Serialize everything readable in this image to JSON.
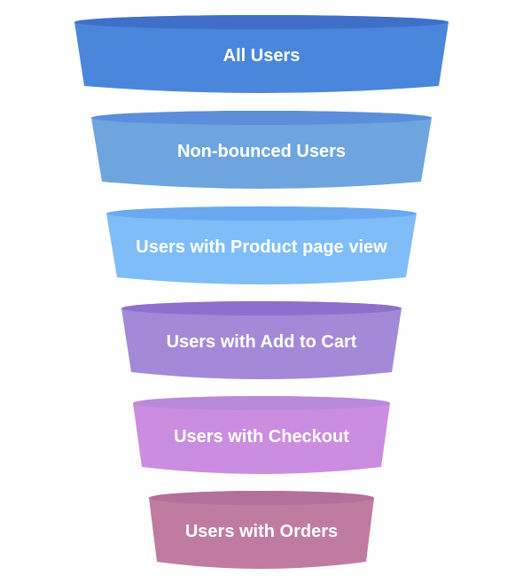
{
  "funnel": {
    "stages": [
      {
        "label": "All Users",
        "color": "#4a86dc",
        "top_color": "#3f6fc7"
      },
      {
        "label": "Non-bounced Users",
        "color": "#6ea5de",
        "top_color": "#5b8fdc"
      },
      {
        "label": "Users with Product page view",
        "color": "#7fbdf8",
        "top_color": "#6aa9f2"
      },
      {
        "label": "Users with Add to Cart",
        "color": "#a489d8",
        "top_color": "#8d6fcd"
      },
      {
        "label": "Users with Checkout",
        "color": "#cb8ddf",
        "top_color": "#b98ad9"
      },
      {
        "label": "Users with Orders",
        "color": "#bf7ba0",
        "top_color": "#b2709a"
      }
    ]
  }
}
